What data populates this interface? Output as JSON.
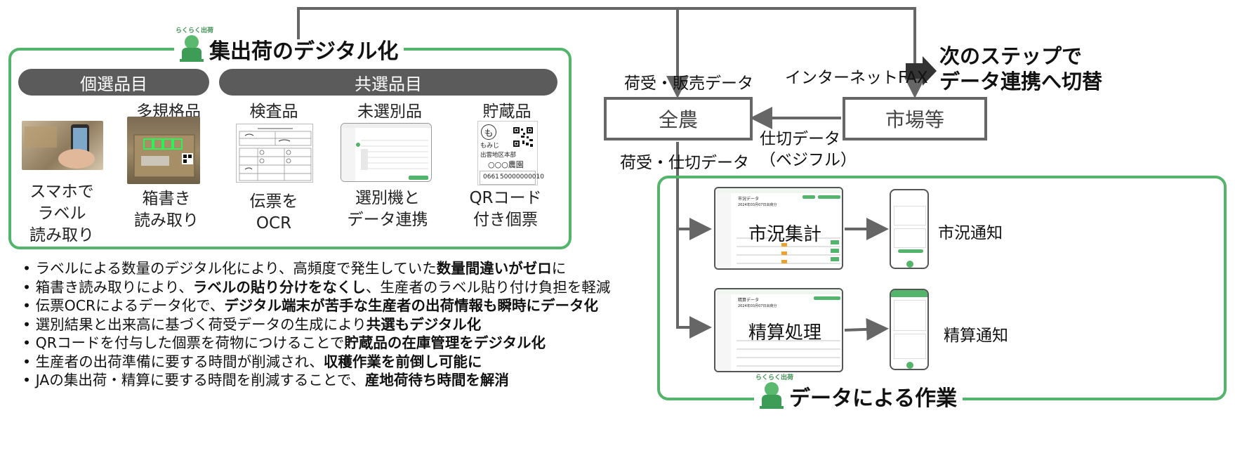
{
  "left_panel": {
    "title": "集出荷のデジタル化",
    "mascot_tag": "らくらく出荷",
    "pill_left": "個選品目",
    "pill_right": "共選品目",
    "items": [
      {
        "top": "",
        "bottom": "スマホで\nラベル\n読み取り"
      },
      {
        "top": "多規格品",
        "bottom": "箱書き\n読み取り"
      },
      {
        "top": "検査品",
        "bottom": "伝票を\nOCR"
      },
      {
        "top": "未選別品",
        "bottom": "選別機と\nデータ連携"
      },
      {
        "top": "貯蔵品",
        "bottom": "QRコード\n付き個票"
      }
    ],
    "qr_card": {
      "logo_char": "も",
      "brand": "もみじ",
      "origin": "出雲地区本部",
      "farm": "○○○農園",
      "code_left": "0661",
      "code_right": "50000000010"
    },
    "ocr_form": {
      "title": "ジェイエイ出荷伝票"
    }
  },
  "bullets": [
    {
      "pre": "ラベルによる数量のデジタル化により、高頻度で発生していた",
      "bold": "数量間違いがゼロ",
      "post": "に"
    },
    {
      "pre": "箱書き読み取りにより、",
      "bold": "ラベルの貼り分けをなくし",
      "post": "、生産者のラベル貼り付け負担を軽減"
    },
    {
      "pre": "伝票OCRによるデータ化で、",
      "bold": "デジタル端末が苦手な生産者の出荷情報も瞬時にデータ化",
      "post": ""
    },
    {
      "pre": "選別結果と出来高に基づく荷受データの生成により",
      "bold": "共選もデジタル化",
      "post": ""
    },
    {
      "pre": "QRコードを付与した個票を荷物につけることで",
      "bold": "貯蔵品の在庫管理をデジタル化",
      "post": ""
    },
    {
      "pre": "生産者の出荷準備に要する時間が削減され、",
      "bold": "収穫作業を前倒し可能に",
      "post": ""
    },
    {
      "pre": "JAの集出荷・精算に要する時間を削減することで、",
      "bold": "産地荷待ち時間を解消",
      "post": ""
    }
  ],
  "flow": {
    "zennoh": "全農",
    "market": "市場等",
    "label_sales_data": "荷受・販売データ",
    "label_internet_fax": "インターネットFAX",
    "next_step": "次のステップで\nデータ連携へ切替",
    "label_settlement_data": "仕切データ\n（ベジフル）",
    "label_receive_settle": "荷受・仕切データ"
  },
  "right_panel": {
    "title": "データによる作業",
    "mascot_tag": "らくらく出荷",
    "market_summary": "市況集計",
    "market_notice": "市況通知",
    "settlement": "精算処理",
    "settlement_notice": "精算通知",
    "screen1_title": "市況データ",
    "screen1_date": "2024年03月07日出荷分",
    "screen2_title": "精算データ",
    "screen2_date": "2024年03月07日出荷分"
  },
  "colors": {
    "green": "#52b56b",
    "gray": "#5b5b5b",
    "box_border": "#666666"
  }
}
